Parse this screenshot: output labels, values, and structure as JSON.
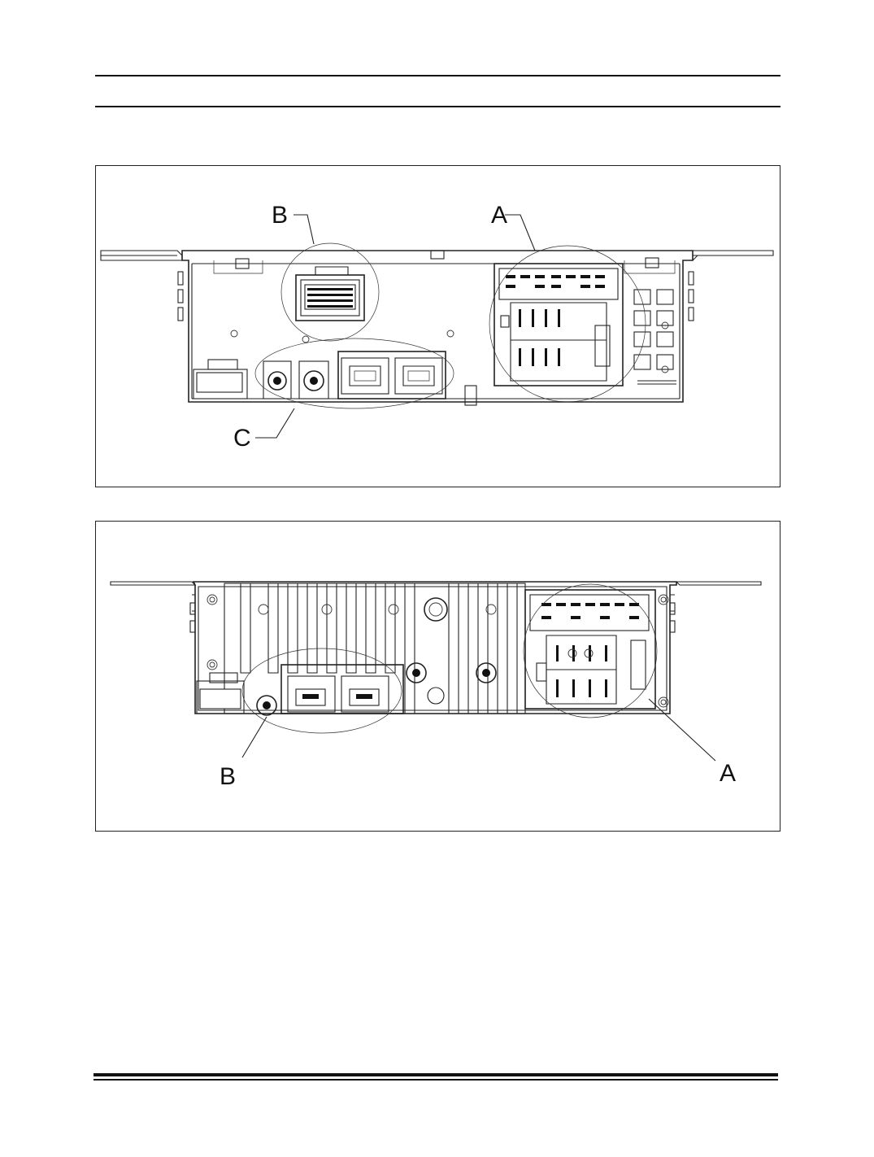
{
  "figures": [
    {
      "id": "front-view",
      "callouts": {
        "a": "A",
        "b": "B",
        "c": "C"
      }
    },
    {
      "id": "rear-view",
      "callouts": {
        "a": "A",
        "b": "B"
      }
    }
  ],
  "colors": {
    "line": "#222222",
    "background": "#ffffff"
  }
}
